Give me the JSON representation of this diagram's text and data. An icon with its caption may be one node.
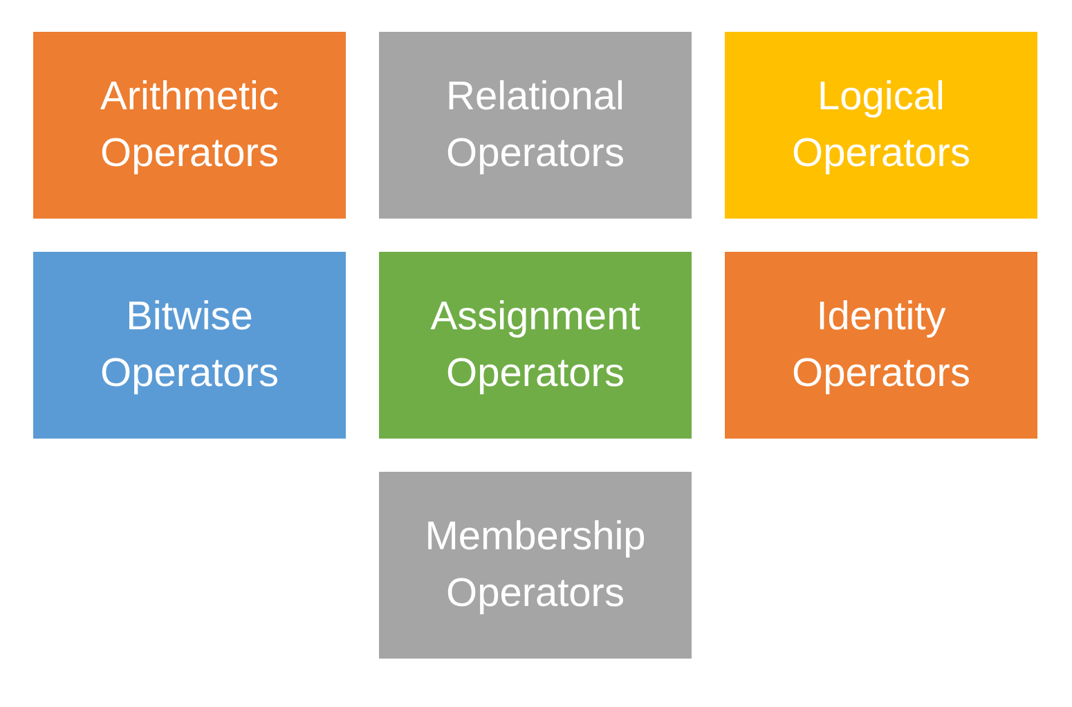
{
  "diagram": {
    "nodes": [
      {
        "text": [
          "Arithmetic Operators"
        ]
      },
      {
        "text": [
          "Relational Operators"
        ]
      },
      {
        "text": [
          "Logical Operators"
        ]
      },
      {
        "text": [
          "Bitwise Operators"
        ]
      },
      {
        "text": [
          "Assignment Operators"
        ]
      },
      {
        "text": [
          "Identity Operators"
        ]
      },
      {
        "text": [
          "Membership Operators"
        ]
      }
    ]
  }
}
